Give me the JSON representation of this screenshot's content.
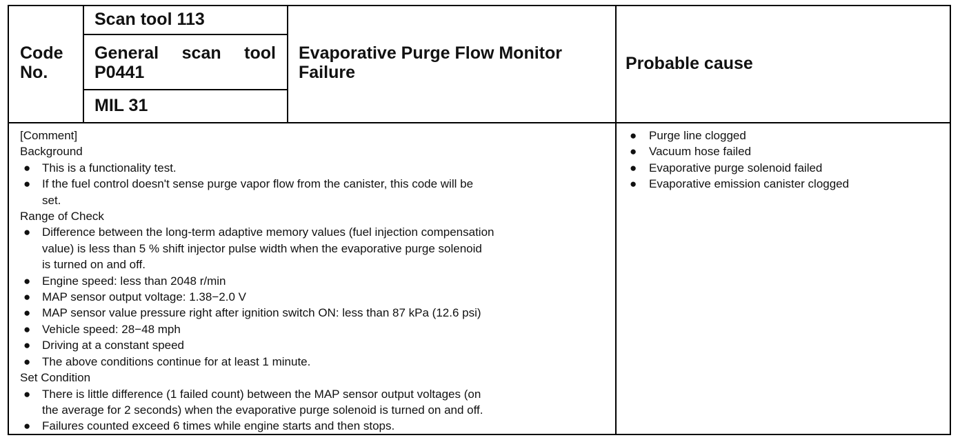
{
  "header": {
    "code_label": [
      "Code",
      "No."
    ],
    "scan_tool": "Scan tool 113",
    "general_scan_tool": [
      "General scan tool",
      "P0441"
    ],
    "mil": "MIL 31",
    "title": [
      "Evaporative Purge Flow Monitor",
      "Failure"
    ],
    "probable_cause_label": "Probable cause"
  },
  "body": {
    "bullet_glyph": "●",
    "lines": [
      {
        "type": "text",
        "text": "[Comment]"
      },
      {
        "type": "text",
        "text": "Background"
      },
      {
        "type": "bullet",
        "text": "This is a functionality test."
      },
      {
        "type": "bullet",
        "text": "If the fuel control doesn't sense purge vapor flow from the canister, this code will be"
      },
      {
        "type": "cont",
        "text": "set."
      },
      {
        "type": "text",
        "text": "Range of Check"
      },
      {
        "type": "bullet",
        "text": "Difference between the long-term adaptive memory values (fuel injection compensation"
      },
      {
        "type": "cont",
        "text": "value) is less than 5 % shift injector pulse width when the evaporative purge solenoid"
      },
      {
        "type": "cont",
        "text": "is turned on and off."
      },
      {
        "type": "bullet",
        "text": "Engine speed: less than 2048 r/min"
      },
      {
        "type": "bullet",
        "text": "MAP sensor output voltage: 1.38−2.0 V"
      },
      {
        "type": "bullet",
        "text": "MAP sensor value pressure right after ignition switch ON: less than 87 kPa (12.6 psi)"
      },
      {
        "type": "bullet",
        "text": "Vehicle speed: 28−48 mph"
      },
      {
        "type": "bullet",
        "text": "Driving at a constant speed"
      },
      {
        "type": "bullet",
        "text": "The above conditions continue for at least 1 minute."
      },
      {
        "type": "text",
        "text": "Set Condition"
      },
      {
        "type": "bullet",
        "text": "There is little difference (1 failed count) between the MAP sensor output voltages (on"
      },
      {
        "type": "cont",
        "text": "the average for 2 seconds) when the evaporative purge solenoid is turned on and off."
      },
      {
        "type": "bullet",
        "text": "Failures counted exceed 6 times while engine starts and then stops."
      }
    ]
  },
  "probable_causes": [
    "Purge line clogged",
    "Vacuum hose failed",
    "Evaporative purge solenoid failed",
    "Evaporative emission canister clogged"
  ]
}
